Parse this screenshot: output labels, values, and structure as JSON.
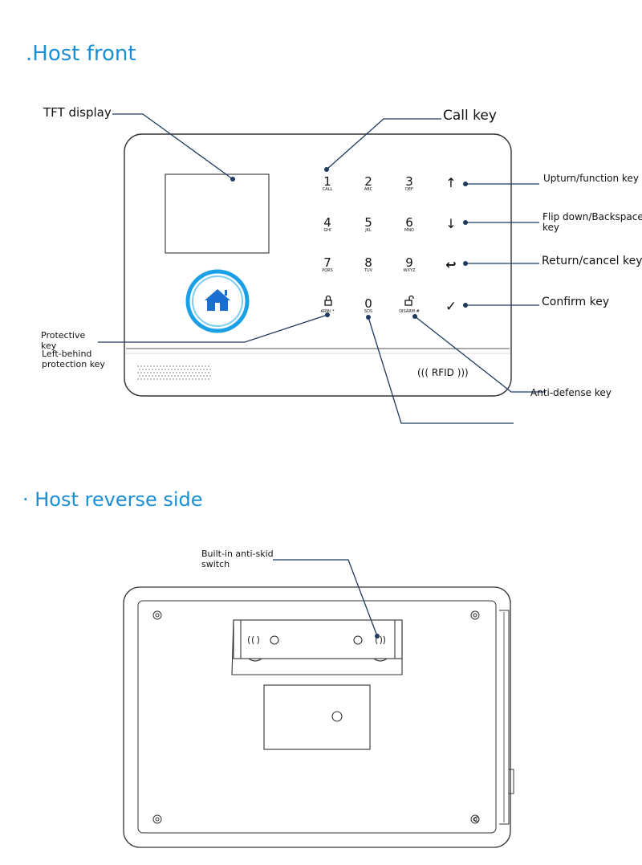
{
  "sections": {
    "front_title": ".Host front",
    "back_title": "· Host reverse side"
  },
  "callouts": {
    "tft_display": "TFT display",
    "call_key": "Call key",
    "upturn_function_key": "Upturn/function key",
    "flip_down_key_line1": "Flip down/Backspace",
    "flip_down_key_line2": "key",
    "return_cancel_key": "Return/cancel key",
    "confirm_key": "Confirm key",
    "protective_key_line1": "Protective",
    "protective_key_line2": "key",
    "left_behind_line1": "Left-behind",
    "left_behind_line2": "protection key",
    "anti_defense_key": "Anti-defense key",
    "anti_skid_line1": "Built-in anti-skid",
    "anti_skid_line2": "switch"
  },
  "keypad": [
    {
      "digit": "1",
      "sub": "CALL"
    },
    {
      "digit": "2",
      "sub": "ABC"
    },
    {
      "digit": "3",
      "sub": "DEF"
    },
    {
      "digit": "4",
      "sub": "GHI"
    },
    {
      "digit": "5",
      "sub": "JKL"
    },
    {
      "digit": "6",
      "sub": "MNO"
    },
    {
      "digit": "7",
      "sub": "PQRS"
    },
    {
      "digit": "8",
      "sub": "TUV"
    },
    {
      "digit": "9",
      "sub": "WXYZ"
    },
    {
      "digit": "",
      "sub": "ARM/ *"
    },
    {
      "digit": "0",
      "sub": "SOS"
    },
    {
      "digit": "",
      "sub": "DISARM #"
    }
  ],
  "function_keys": [
    "↑",
    "↓",
    "↩",
    "✓"
  ],
  "rfid_label": "((( RFID )))",
  "colors": {
    "title_blue": "#1a8fd6",
    "line_navy": "#1e3a5f",
    "home_ring": "#1aa0e6",
    "home_icon": "#1a6fd0",
    "outline": "#333333"
  }
}
